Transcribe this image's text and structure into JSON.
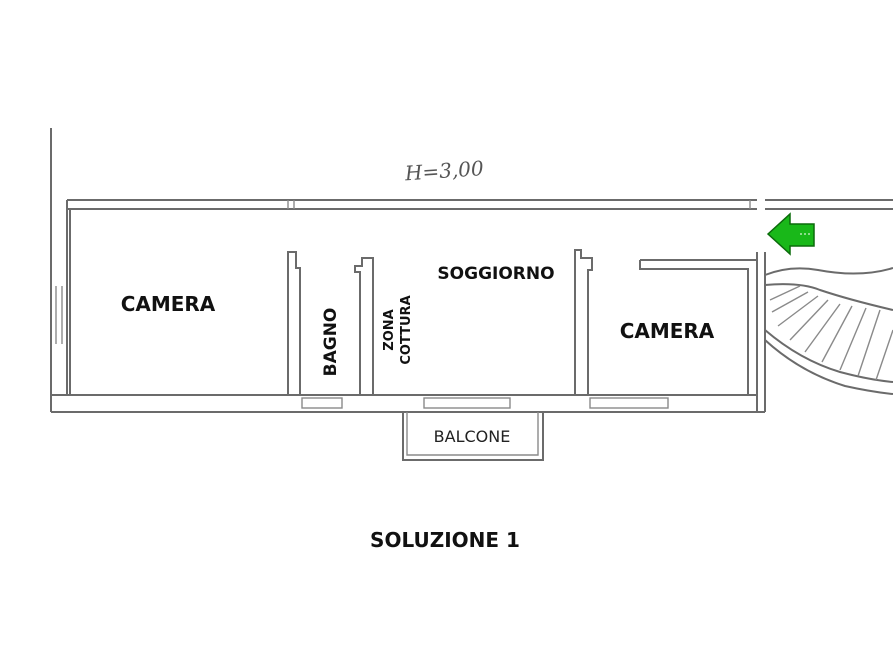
{
  "plan": {
    "height_note": "H=3,00",
    "rooms": {
      "camera_left": "CAMERA",
      "bagno": "BAGNO",
      "zona": "ZONA",
      "cottura": "COTTURA",
      "soggiorno": "SOGGIORNO",
      "camera_right": "CAMERA",
      "balcone": "BALCONE"
    },
    "entrance_arrow_color": "#19b819",
    "wall_color": "#6b6b6b"
  },
  "caption": {
    "title": "SOLUZIONE 1"
  }
}
